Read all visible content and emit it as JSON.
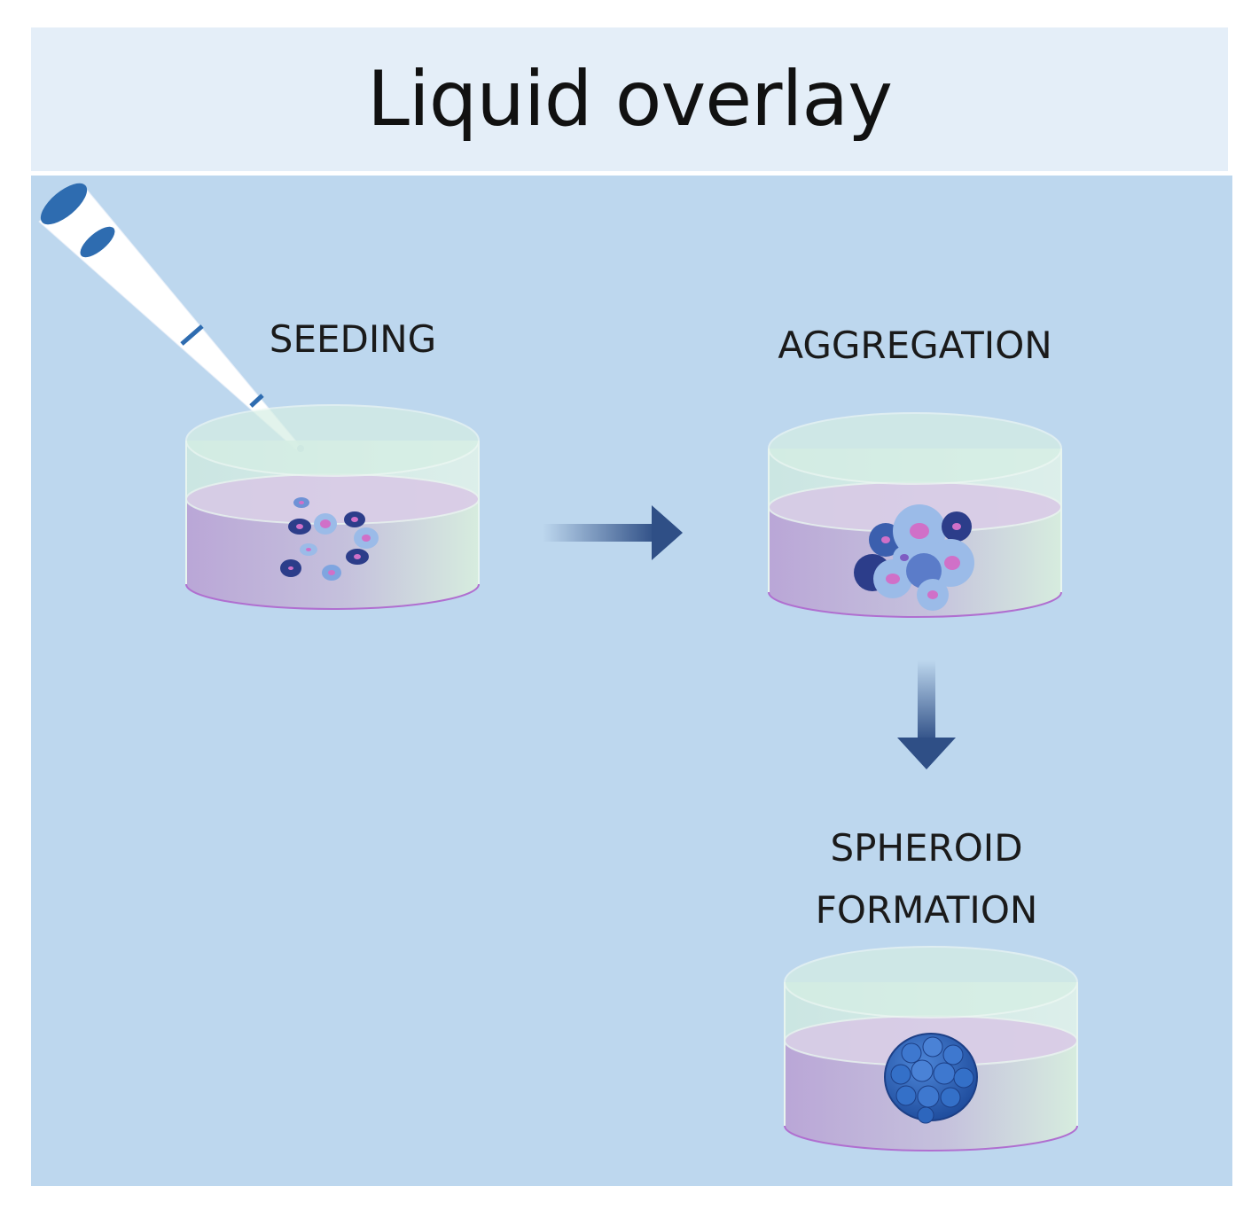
{
  "title": "Liquid overlay",
  "steps": [
    {
      "id": "seeding",
      "label": "SEEDING"
    },
    {
      "id": "aggregation",
      "label": "AGGREGATION"
    },
    {
      "id": "spheroid",
      "label_line1": "SPHEROID",
      "label_line2": "FORMATION"
    }
  ],
  "colors": {
    "title_bg": "#e4eef8",
    "panel_bg": "#bdd7ee",
    "arrow": "#2f4f86",
    "cell_dark": "#2c3d8a",
    "cell_light": "#8fb2e6",
    "nucleus": "#d070c8",
    "spheroid": "#2456a8"
  },
  "icons": {
    "pipette": "pipette-icon",
    "dish": "petri-dish-icon",
    "arrow": "arrow-icon"
  }
}
